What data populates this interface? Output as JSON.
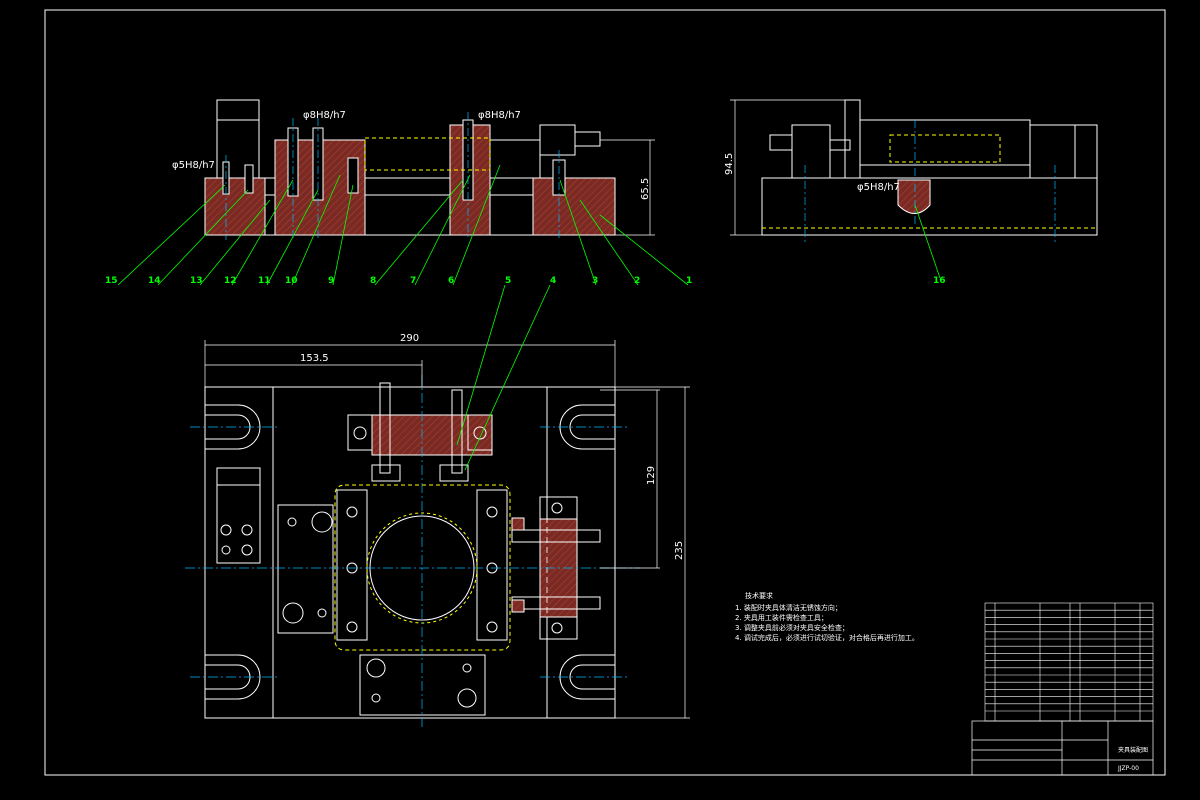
{
  "drawing": {
    "fit_labels": [
      "φ5H8/h7",
      "φ8H8/h7",
      "φ8H8/h7",
      "φ5H8/h7"
    ],
    "dimensions": {
      "d_65_5": "65.5",
      "d_94_5": "94.5",
      "d_290": "290",
      "d_153_5": "153.5",
      "d_129": "129",
      "d_235": "235"
    },
    "balloons_front": [
      "15",
      "14",
      "13",
      "12",
      "11",
      "10",
      "9",
      "8",
      "7",
      "6",
      "5",
      "4",
      "3",
      "2",
      "1"
    ],
    "balloon_side": "16",
    "balloons_plan": [
      "5",
      "4"
    ],
    "notes_title": "技术要求",
    "notes": [
      "1. 装配时夹具体清洁无锈蚀方向；",
      "2. 夹具用工装件需检查工具；",
      "3. 调整夹具前必须对夹具安全检查；",
      "4. 调试完成后，必须进行试切验证，对合格后再进行加工。"
    ],
    "title_block": {
      "drawing_name": "夹具装配图",
      "drawing_no": "JJZP-00"
    },
    "colors": {
      "background": "#000000",
      "outline": "#ffffff",
      "section_fill": "#7a2a22",
      "centerline": "#00b8ff",
      "leader": "#00ff00",
      "hidden": "#ffff00"
    }
  }
}
